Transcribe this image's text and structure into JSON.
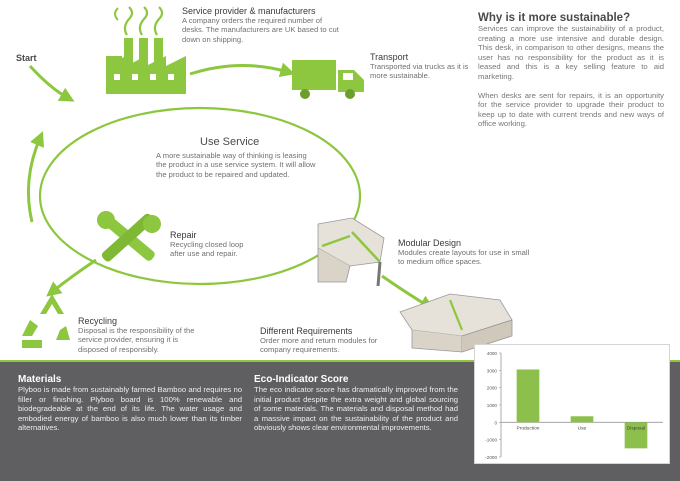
{
  "start": "Start",
  "provider": {
    "title": "Service provider & manufacturers",
    "text": "A company orders the required number of desks. The manufacturers are UK based to cut down on shipping."
  },
  "transport": {
    "title": "Transport",
    "text": "Transported via trucks as it is more sustainable."
  },
  "use_service": {
    "title": "Use Service",
    "text": "A more sustainable way of thinking is leasing the product in a use service system. It will allow the product to be repaired and updated."
  },
  "repair": {
    "title": "Repair",
    "text": "Recycling closed loop after use and repair."
  },
  "recycling": {
    "title": "Recycling",
    "text": "Disposal is the responsibility of the service provider, ensuring it is disposed of responsibly."
  },
  "modular": {
    "title": "Modular Design",
    "text": "Modules create layouts for use in small to medium office spaces."
  },
  "different": {
    "title": "Different Requirements",
    "text": "Order more and return modules for company requirements."
  },
  "why": {
    "title": "Why is it more sustainable?",
    "p1": "Services can improve the sustainability of a product, creating a more use intensive and durable design. This desk, in comparison to other designs, means the user has no responsibility for the product as it is leased and this is a key selling feature to aid marketing.",
    "p2": "When desks are sent for repairs, it is an opportunity for the service provider to upgrade their product to keep up to date with current trends and new ways of office working."
  },
  "materials": {
    "title": "Materials",
    "text": "Plyboo is made from sustainably farmed Bamboo and requires no filler or finishing. Plyboo board is 100% renewable and biodegradeable at the end of its life. The water usage and embodied energy of bamboo is also much lower than its timber alternatives."
  },
  "eco": {
    "title": "Eco-Indicator Score",
    "text": "The eco indicator score has dramatically improved from the initial product despite the extra weight and global sourcing of some materials. The materials and disposal method had a massive impact on the sustainability of the product and obviously shows clear environmental improvements."
  },
  "colors": {
    "green": "#8dc63f",
    "dark_green": "#6b9e2a",
    "panel": "#5f5f61"
  },
  "chart_data": {
    "type": "bar",
    "categories": [
      "Production",
      "Use",
      "Disposal"
    ],
    "values": [
      3050,
      350,
      -1500
    ],
    "ylim": [
      -2000,
      4000
    ],
    "yticks": [
      "4000",
      "3000",
      "2000",
      "1000",
      "0",
      "-1000",
      "-2000"
    ],
    "grid": false,
    "bar_color": "#8cbf4c"
  }
}
